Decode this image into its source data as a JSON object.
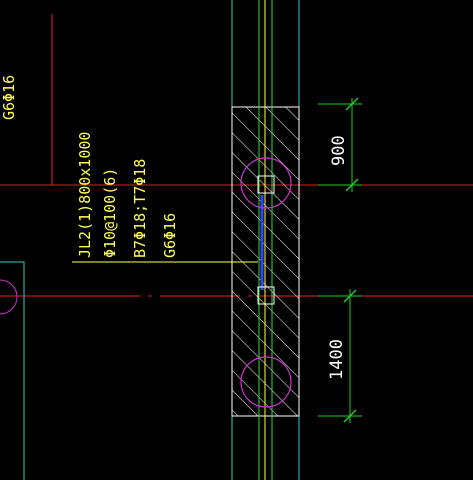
{
  "colors": {
    "background": "#000000",
    "axis_red": "#e0202a",
    "column_cyan": "#33cccc",
    "rebar_green": "#33dd33",
    "annotation_yellow": "#ffff55",
    "magenta": "#cc33cc",
    "blue": "#3344ff",
    "dimension_green": "#22cc22",
    "hatch_white": "#ffffff"
  },
  "annotation": {
    "line1": "JL2(1)800x1000",
    "line2": "Φ10@100(6)",
    "line3": "B7Φ18;T7Φ18",
    "line4": "G6Φ16"
  },
  "partial_label": "G6Φ16",
  "dimensions": {
    "upper": "900",
    "lower": "1400"
  }
}
